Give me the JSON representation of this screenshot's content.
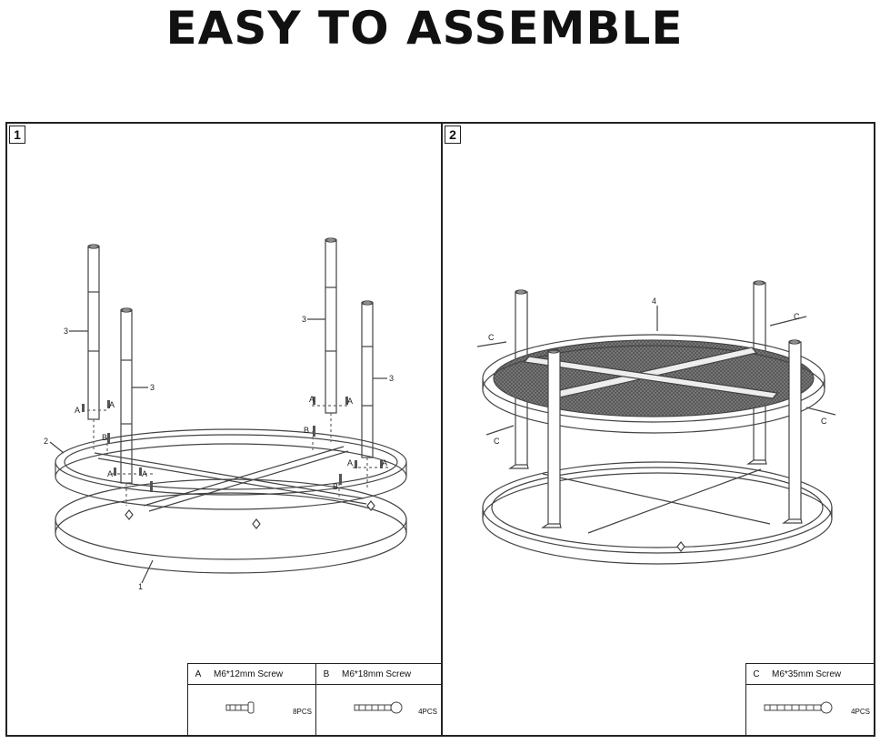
{
  "heading": "EASY TO ASSEMBLE",
  "steps": [
    {
      "number": "1",
      "callouts": {
        "ring_top": "2",
        "ring_bottom": "1",
        "leg": "3",
        "screw_a": "A",
        "screw_b": "B"
      },
      "parts": [
        {
          "letter": "A",
          "desc": "M6*12mm  Screw",
          "qty": "8PCS"
        },
        {
          "letter": "B",
          "desc": "M6*18mm  Screw",
          "qty": "4PCS"
        }
      ]
    },
    {
      "number": "2",
      "callouts": {
        "tabletop": "4",
        "screw_c": "C"
      },
      "parts": [
        {
          "letter": "C",
          "desc": "M6*35mm  Screw",
          "qty": "4PCS"
        }
      ]
    }
  ]
}
